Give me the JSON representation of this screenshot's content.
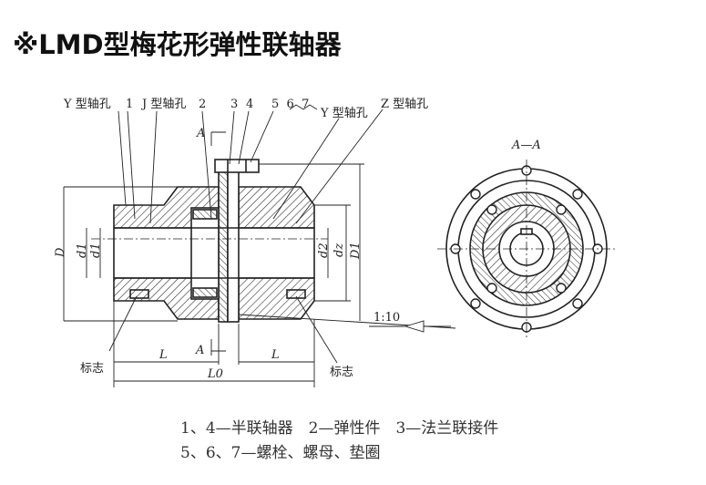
{
  "title": "※LMD型梅花形弹性联轴器",
  "callouts": {
    "y_bore_left": "Y 型轴孔",
    "n1": "1",
    "j_bore": "J 型轴孔",
    "n2": "2",
    "n3": "3",
    "n4": "4",
    "n567": "5  6  7",
    "y_bore_right": "Y 型轴孔",
    "z_bore": "Z 型轴孔",
    "mark_left": "标志",
    "mark_right": "标志",
    "section_a_top": "A",
    "section_a_bottom": "A",
    "taper": "1:10",
    "section_view": "A—A"
  },
  "dimensions": {
    "D": "D",
    "d1a": "d1",
    "d1b": "d1",
    "d2": "d2",
    "dz": "dz",
    "D1": "D1",
    "L_left": "L",
    "L_right": "L",
    "L0": "L0"
  },
  "legend": {
    "line1": "1、4—半联轴器　2—弹性件　3—法兰联接件",
    "line2": "5、6、7—螺栓、螺母、垫圈"
  }
}
